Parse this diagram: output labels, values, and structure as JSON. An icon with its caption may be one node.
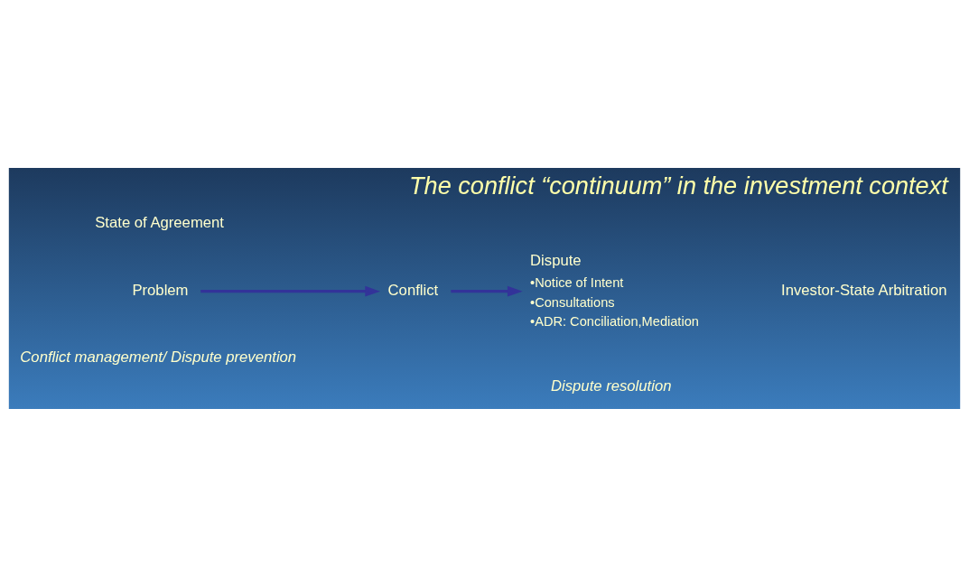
{
  "diagram": {
    "title": "The conflict “continuum” in the investment context",
    "nodes": [
      {
        "text": [
          "Problem"
        ]
      },
      {
        "text": [
          "Conflict"
        ]
      },
      {
        "text": [
          "Dispute"
        ],
        "beside": [
          "•Notice of Intent",
          "•Consultations",
          "•ADR: Conciliation,Mediation"
        ]
      }
    ],
    "edges": [
      {
        "from": 0,
        "to": 1,
        "arrow": "to"
      },
      {
        "from": 1,
        "to": 2,
        "arrow": "to"
      }
    ],
    "labels": [
      "State of Agreement",
      "Investor-State Arbitration",
      "Conflict management/ Dispute prevention",
      "Dispute resolution"
    ]
  }
}
